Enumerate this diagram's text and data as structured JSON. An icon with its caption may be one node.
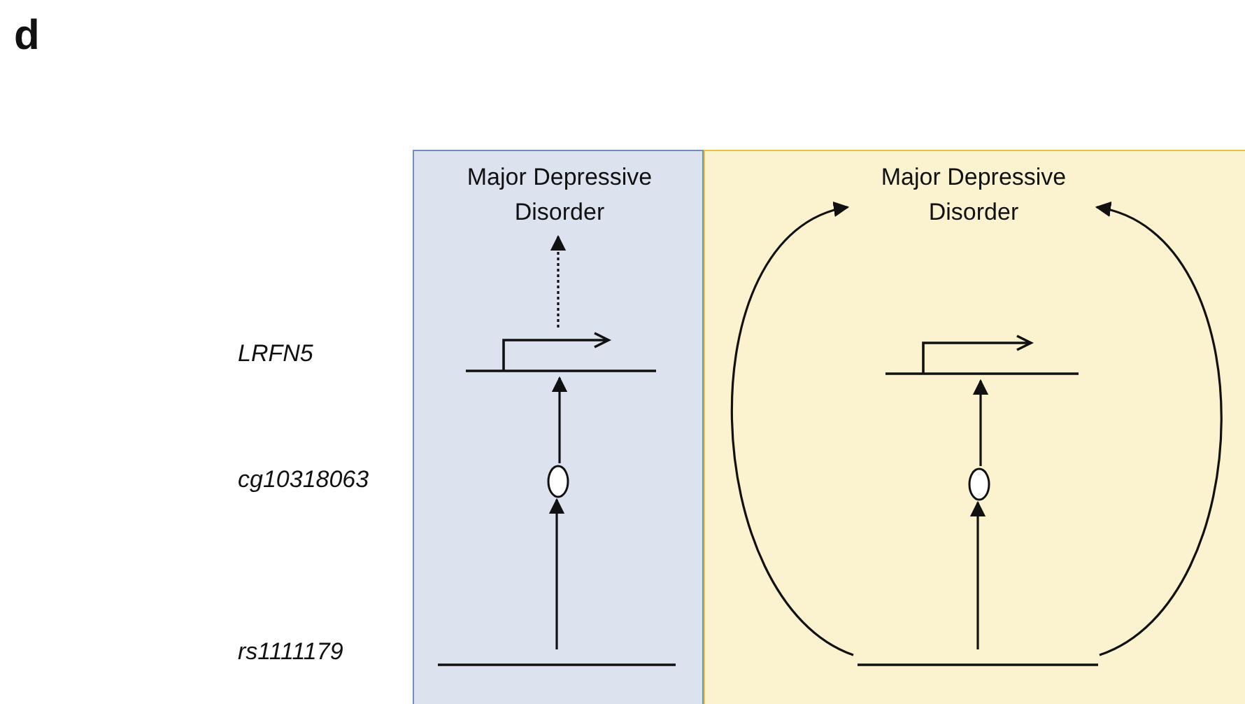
{
  "diagram": {
    "nodes": [
      {
        "text": [],
        "shape": "box"
      },
      {
        "text": [
          "Major Depressive Disorder"
        ],
        "in": 0
      },
      {
        "text": [],
        "shape": "bar",
        "in": 0
      },
      {
        "text": [],
        "shape": "circle",
        "in": 0
      },
      {
        "text": [],
        "shape": "bar",
        "in": 0
      },
      {
        "text": [],
        "shape": "box"
      },
      {
        "text": [
          "Major Depressive Disorder"
        ],
        "in": 5
      },
      {
        "text": [],
        "shape": "bar",
        "in": 5
      },
      {
        "text": [],
        "shape": "circle",
        "in": 5
      },
      {
        "text": [],
        "shape": "bar",
        "in": 5
      }
    ],
    "edges": [
      {
        "from": 4,
        "to": 3,
        "arrow": "to"
      },
      {
        "from": 3,
        "to": 2,
        "arrow": "to"
      },
      {
        "from": 2,
        "to": 1,
        "arrow": "to",
        "style": "dashed"
      },
      {
        "from": 9,
        "to": 8,
        "arrow": "to"
      },
      {
        "from": 8,
        "to": 7,
        "arrow": "to"
      },
      {
        "from": 9,
        "to": 6,
        "arrow": "to"
      },
      {
        "from": 9,
        "to": 6,
        "arrow": "to"
      }
    ],
    "labels": [
      "d",
      "LRFN5",
      "cg10318063",
      "rs1111179"
    ]
  }
}
